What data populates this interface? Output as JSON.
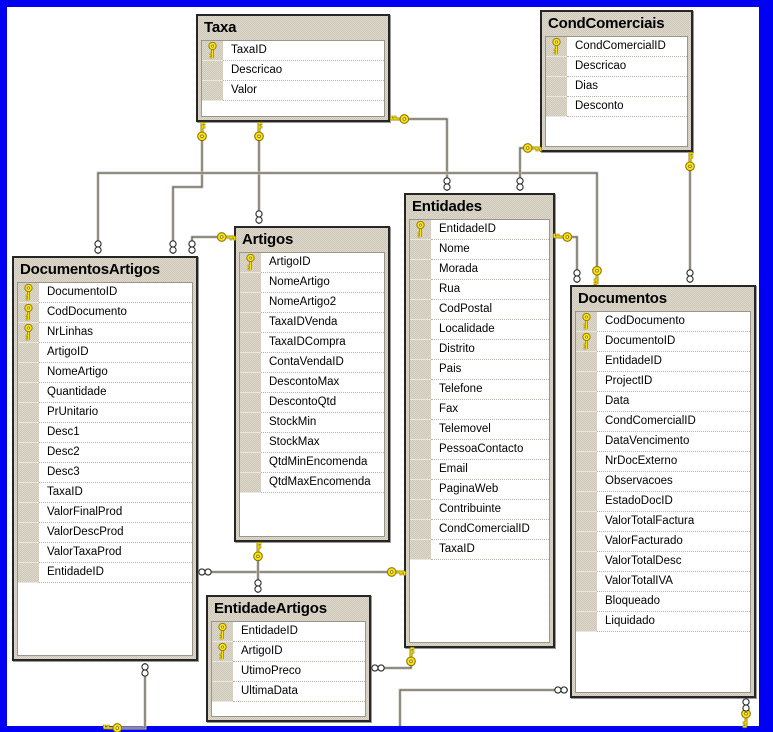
{
  "diagram": {
    "tables": [
      {
        "name": "Taxa",
        "fields": [
          {
            "name": "TaxaID",
            "pk": true
          },
          {
            "name": "Descricao",
            "pk": false
          },
          {
            "name": "Valor",
            "pk": false
          }
        ]
      },
      {
        "name": "CondComerciais",
        "fields": [
          {
            "name": "CondComercialID",
            "pk": true
          },
          {
            "name": "Descricao",
            "pk": false
          },
          {
            "name": "Dias",
            "pk": false
          },
          {
            "name": "Desconto",
            "pk": false
          }
        ]
      },
      {
        "name": "DocumentosArtigos",
        "fields": [
          {
            "name": "DocumentoID",
            "pk": true
          },
          {
            "name": "CodDocumento",
            "pk": true
          },
          {
            "name": "NrLinhas",
            "pk": true
          },
          {
            "name": "ArtigoID",
            "pk": false
          },
          {
            "name": "NomeArtigo",
            "pk": false
          },
          {
            "name": "Quantidade",
            "pk": false
          },
          {
            "name": "PrUnitario",
            "pk": false
          },
          {
            "name": "Desc1",
            "pk": false
          },
          {
            "name": "Desc2",
            "pk": false
          },
          {
            "name": "Desc3",
            "pk": false
          },
          {
            "name": "TaxaID",
            "pk": false
          },
          {
            "name": "ValorFinalProd",
            "pk": false
          },
          {
            "name": "ValorDescProd",
            "pk": false
          },
          {
            "name": "ValorTaxaProd",
            "pk": false
          },
          {
            "name": "EntidadeID",
            "pk": false
          }
        ]
      },
      {
        "name": "Artigos",
        "fields": [
          {
            "name": "ArtigoID",
            "pk": true
          },
          {
            "name": "NomeArtigo",
            "pk": false
          },
          {
            "name": "NomeArtigo2",
            "pk": false
          },
          {
            "name": "TaxaIDVenda",
            "pk": false
          },
          {
            "name": "TaxaIDCompra",
            "pk": false
          },
          {
            "name": "ContaVendaID",
            "pk": false
          },
          {
            "name": "DescontoMax",
            "pk": false
          },
          {
            "name": "DescontoQtd",
            "pk": false
          },
          {
            "name": "StockMin",
            "pk": false
          },
          {
            "name": "StockMax",
            "pk": false
          },
          {
            "name": "QtdMinEncomenda",
            "pk": false
          },
          {
            "name": "QtdMaxEncomenda",
            "pk": false
          }
        ]
      },
      {
        "name": "Entidades",
        "fields": [
          {
            "name": "EntidadeID",
            "pk": true
          },
          {
            "name": "Nome",
            "pk": false
          },
          {
            "name": "Morada",
            "pk": false
          },
          {
            "name": "Rua",
            "pk": false
          },
          {
            "name": "CodPostal",
            "pk": false
          },
          {
            "name": "Localidade",
            "pk": false
          },
          {
            "name": "Distrito",
            "pk": false
          },
          {
            "name": "Pais",
            "pk": false
          },
          {
            "name": "Telefone",
            "pk": false
          },
          {
            "name": "Fax",
            "pk": false
          },
          {
            "name": "Telemovel",
            "pk": false
          },
          {
            "name": "PessoaContacto",
            "pk": false
          },
          {
            "name": "Email",
            "pk": false
          },
          {
            "name": "PaginaWeb",
            "pk": false
          },
          {
            "name": "Contribuinte",
            "pk": false
          },
          {
            "name": "CondComercialID",
            "pk": false
          },
          {
            "name": "TaxaID",
            "pk": false
          }
        ]
      },
      {
        "name": "Documentos",
        "fields": [
          {
            "name": "CodDocumento",
            "pk": true
          },
          {
            "name": "DocumentoID",
            "pk": true
          },
          {
            "name": "EntidadeID",
            "pk": false
          },
          {
            "name": "ProjectID",
            "pk": false
          },
          {
            "name": "Data",
            "pk": false
          },
          {
            "name": "CondComercialID",
            "pk": false
          },
          {
            "name": "DataVencimento",
            "pk": false
          },
          {
            "name": "NrDocExterno",
            "pk": false
          },
          {
            "name": "Observacoes",
            "pk": false
          },
          {
            "name": "EstadoDocID",
            "pk": false
          },
          {
            "name": "ValorTotalFactura",
            "pk": false
          },
          {
            "name": "ValorFacturado",
            "pk": false
          },
          {
            "name": "ValorTotalDesc",
            "pk": false
          },
          {
            "name": "ValorTotalIVA",
            "pk": false
          },
          {
            "name": "Bloqueado",
            "pk": false
          },
          {
            "name": "Liquidado",
            "pk": false
          }
        ]
      },
      {
        "name": "EntidadeArtigos",
        "fields": [
          {
            "name": "EntidadeID",
            "pk": true
          },
          {
            "name": "ArtigoID",
            "pk": true
          },
          {
            "name": "UtimoPreco",
            "pk": false
          },
          {
            "name": "UltimaData",
            "pk": false
          }
        ]
      }
    ],
    "relationships": [
      {
        "id": "taxa-entidades",
        "one": "Taxa",
        "many": "Entidades"
      },
      {
        "id": "taxa-documentosartigos",
        "one": "Taxa",
        "many": "DocumentosArtigos"
      },
      {
        "id": "taxa-artigos",
        "one": "Taxa",
        "many": "Artigos"
      },
      {
        "id": "artigos-documentosartigos",
        "one": "Artigos",
        "many": "DocumentosArtigos"
      },
      {
        "id": "documentos-documentosartigos",
        "one": "Documentos",
        "many": "DocumentosArtigos"
      },
      {
        "id": "entidades-documentos",
        "one": "Entidades",
        "many": "Documentos"
      },
      {
        "id": "condcomerciais-entidades",
        "one": "CondComerciais",
        "many": "Entidades"
      },
      {
        "id": "condcomerciais-documentos",
        "one": "CondComerciais",
        "many": "Documentos"
      },
      {
        "id": "entidades-documentosartigos",
        "one": "Entidades",
        "many": "DocumentosArtigos"
      },
      {
        "id": "artigos-entidadeartigos",
        "one": "Artigos",
        "many": "EntidadeArtigos"
      },
      {
        "id": "entidades-entidadeartigos",
        "one": "Entidades",
        "many": "EntidadeArtigos"
      },
      {
        "id": "offscreen-documentos-left",
        "one": "offscreen",
        "many": "Documentos"
      },
      {
        "id": "offscreen-documentosartigos",
        "one": "offscreen",
        "many": "DocumentosArtigos"
      },
      {
        "id": "offscreen-documentos-bottom",
        "one": "offscreen",
        "many": "Documentos"
      }
    ],
    "colors": {
      "window_border": "#0000f2",
      "canvas": "#ffffff",
      "table_fill": "#d6d1c3",
      "connector": "#55524a",
      "key_yellow": "#ffe60a"
    }
  }
}
